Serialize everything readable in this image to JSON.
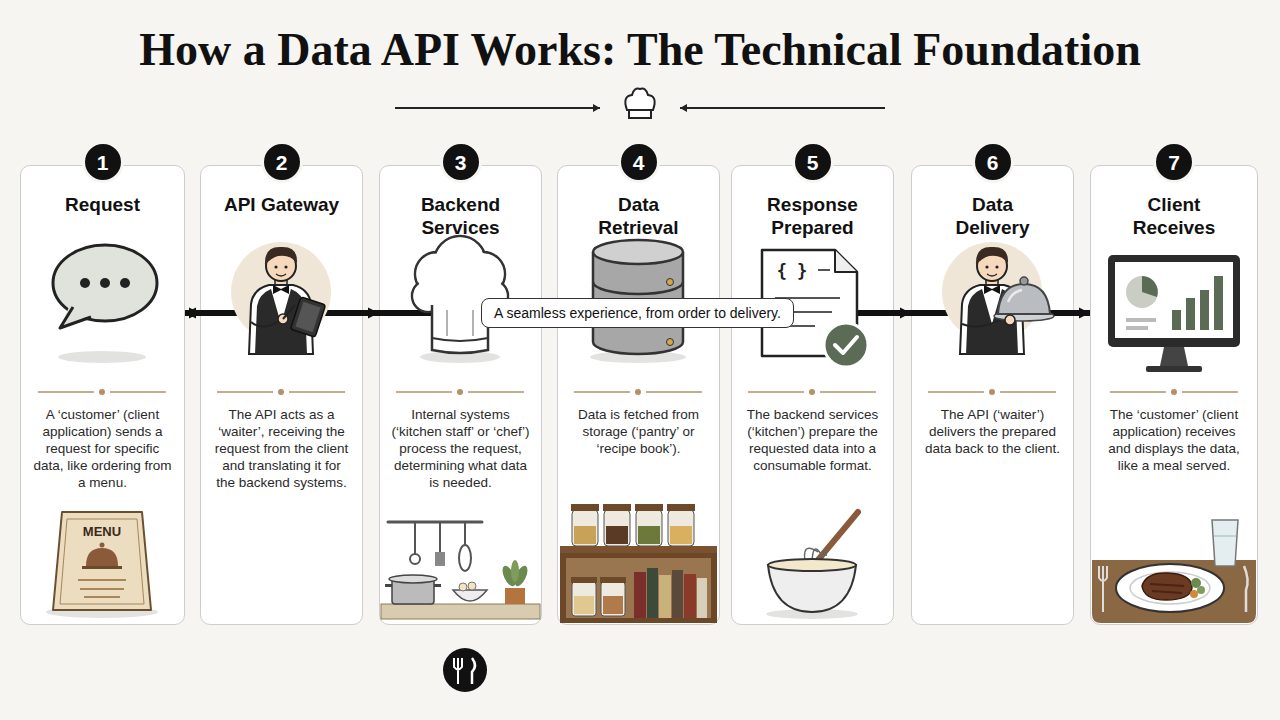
{
  "diagram": {
    "title": "How a Data API Works: The Technical Foundation",
    "nodes": [
      {
        "text": [
          "Request",
          "A ‘customer’ (client application) sends a request for specific data, like ordering from a menu."
        ]
      },
      {
        "text": [
          "1"
        ],
        "in": 0
      },
      {
        "text": [
          "API Gateway",
          "The API acts as a ‘waiter’, receiving the request from the client and translating it for the backend systems."
        ]
      },
      {
        "text": [
          "2"
        ],
        "in": 2
      },
      {
        "text": [
          "Backend Services",
          "Internal systems (‘kitchen staff’ or ‘chef’) process the request, determining what data is needed."
        ]
      },
      {
        "text": [
          "3"
        ],
        "in": 4
      },
      {
        "text": [
          "Data Retrieval",
          "Data is fetched from storage (‘pantry’ or ‘recipe book’)."
        ]
      },
      {
        "text": [
          "4"
        ],
        "in": 6
      },
      {
        "text": [
          "Response Prepared",
          "The backend services (‘kitchen’) prepare the requested data into a consumable format."
        ]
      },
      {
        "text": [
          "5"
        ],
        "in": 8
      },
      {
        "text": [
          "Data Delivery",
          "The API (‘waiter’) delivers the prepared data back to the client."
        ]
      },
      {
        "text": [
          "6"
        ],
        "in": 10
      },
      {
        "text": [
          "Client Receives",
          "The ‘customer’ (client application) receives and displays the data, like a meal served."
        ]
      },
      {
        "text": [
          "7"
        ],
        "in": 12
      }
    ],
    "edges": [
      {
        "from": 0,
        "to": 2,
        "arrow": "to"
      },
      {
        "from": 2,
        "to": 4,
        "arrow": "to"
      },
      {
        "from": 4,
        "to": 6,
        "arrow": "to"
      },
      {
        "from": 6,
        "to": 8,
        "arrow": "to"
      },
      {
        "from": 8,
        "to": 10,
        "arrow": "to"
      },
      {
        "from": 10,
        "to": 12,
        "arrow": "to"
      },
      {
        "from": 12,
        "to": 0,
        "label": "A seamless experience, from order to delivery.",
        "arrow": "to"
      }
    ],
    "labels": [
      "MENU",
      "{ }"
    ]
  }
}
